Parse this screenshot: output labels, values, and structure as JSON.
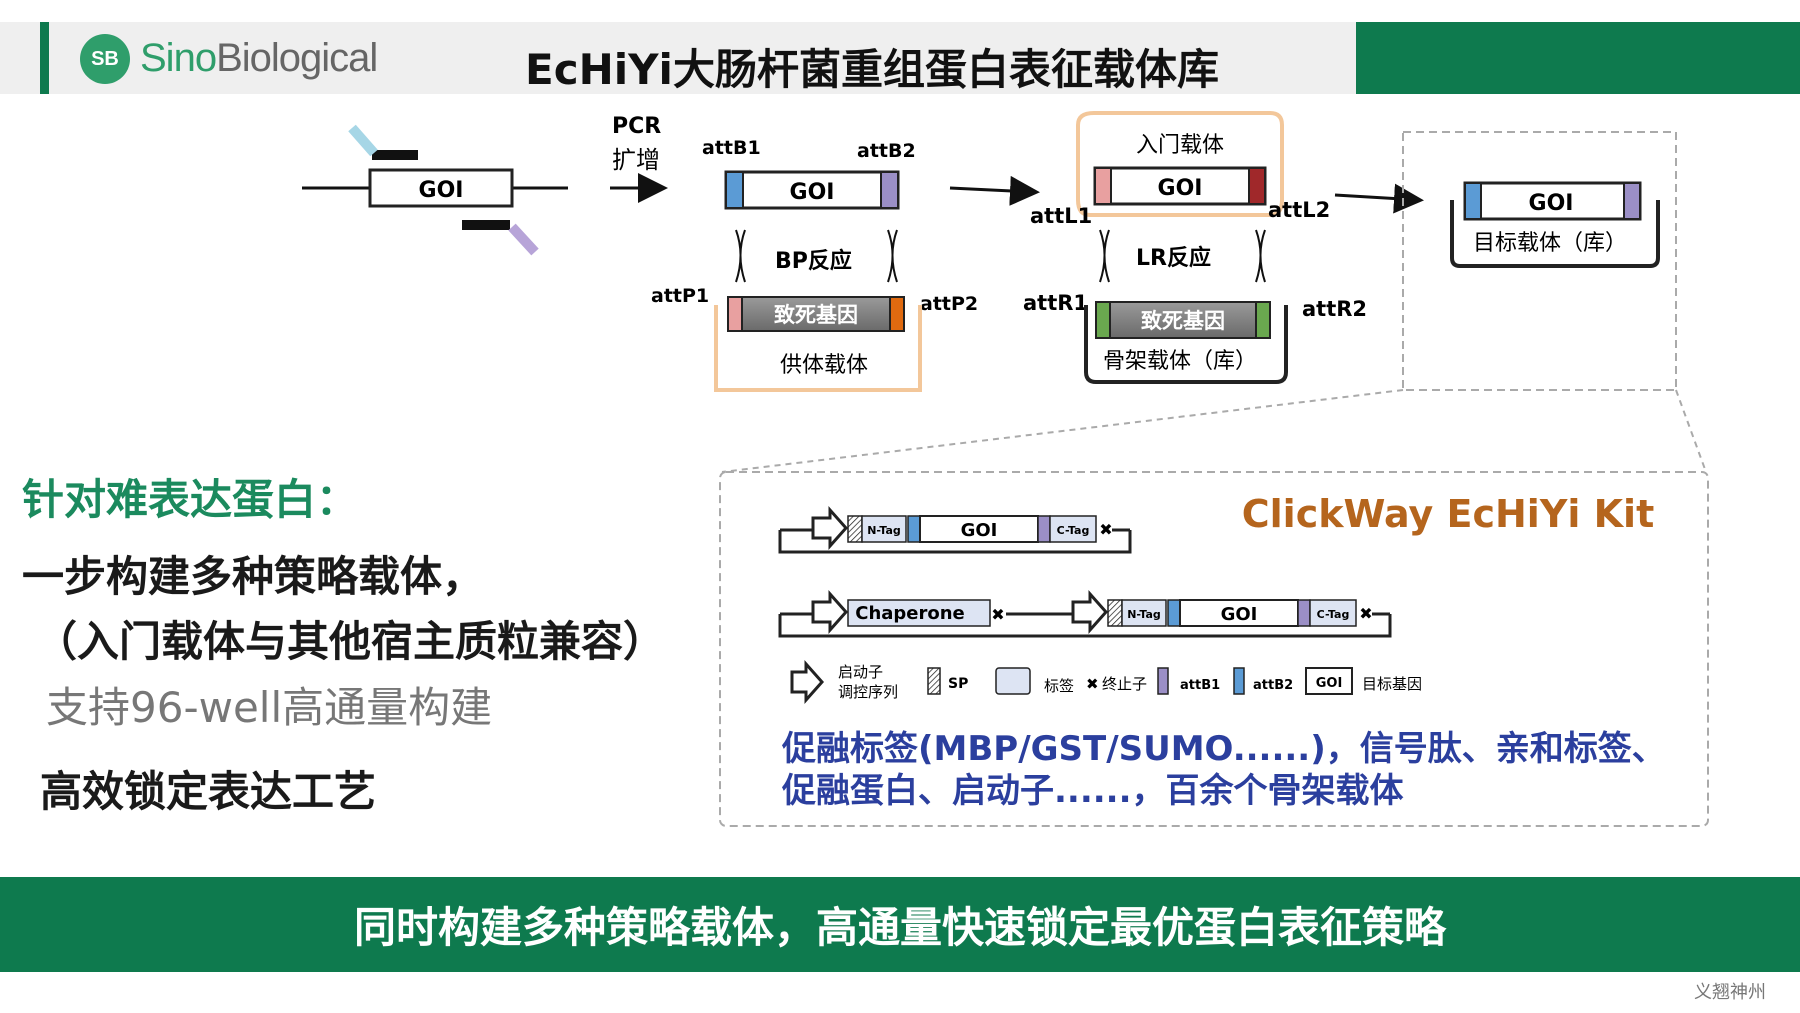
{
  "header": {
    "logo_mark": "SB",
    "logo_word_1": "Sino",
    "logo_word_2": "Biological",
    "title": "EcHiYi大肠杆菌重组蛋白表征载体库"
  },
  "left": {
    "heading": "针对难表达蛋白：",
    "line1": "一步构建多种策略载体，",
    "line2": "（入门载体与其他宿主质粒兼容）",
    "line3": "支持96-well高通量构建",
    "line4": "高效锁定表达工艺"
  },
  "diagram": {
    "goi": "GOI",
    "pcr": "PCR",
    "amplify": "扩增",
    "attB1": "attB1",
    "attB2": "attB2",
    "attP1": "attP1",
    "attP2": "attP2",
    "attL1": "attL1",
    "attL2": "attL2",
    "attR1": "attR1",
    "attR2": "attR2",
    "bp_reaction": "BP反应",
    "lr_reaction": "LR反应",
    "lethal_gene": "致死基因",
    "donor_vector": "供体载体",
    "entry_vector": "入门载体",
    "backbone_vector": "骨架载体（库）",
    "target_vector": "目标载体（库）"
  },
  "kit": {
    "title": "ClickWay EcHiYi Kit",
    "n_tag": "N-Tag",
    "c_tag": "C-Tag",
    "chaperone": "Chaperone",
    "legend_promoter": "启动子",
    "legend_regulatory": "调控序列",
    "legend_sp": "SP",
    "legend_tag": "标签",
    "legend_stop": "终止子",
    "legend_attb1": "attB1",
    "legend_attb2": "attB2",
    "legend_target_gene": "目标基因",
    "desc_line1": "促融标签(MBP/GST/SUMO......)，信号肽、亲和标签、",
    "desc_line2": "促融蛋白、启动子......，百余个骨架载体"
  },
  "bottom_banner": "同时构建多种策略载体，高通量快速锁定最优蛋白表征策略",
  "footer": "义翘神州",
  "colors": {
    "brand_green": "#0e7a4e",
    "logo_green": "#2f9e6b",
    "kit_title": "#b5651d",
    "desc_blue": "#2b3f9e",
    "entry_box": "#f3c79a",
    "attB1": "#5b9bd5",
    "attB2": "#9b8fc6",
    "att_pink": "#e8a0a0",
    "att_red": "#a0282a",
    "att_green": "#6aa84f",
    "att_orange": "#e06a10"
  }
}
